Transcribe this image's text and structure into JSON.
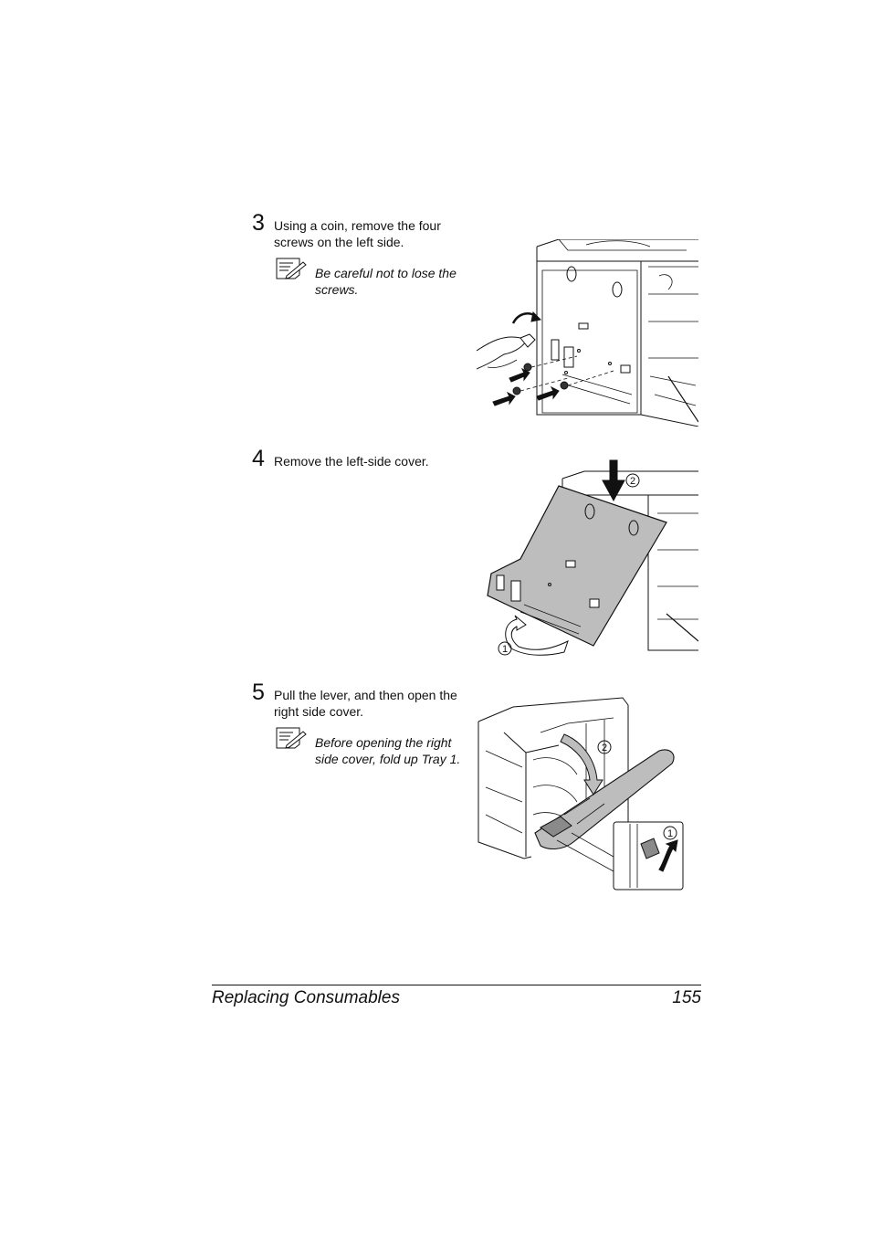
{
  "steps": [
    {
      "number": "3",
      "text": "Using a coin, remove the four screws on the left side.",
      "note": "Be careful not to lose the screws."
    },
    {
      "number": "4",
      "text": "Remove the left-side cover."
    },
    {
      "number": "5",
      "text": "Pull the lever, and then open the right side cover.",
      "note": "Before opening the right side cover, fold up Tray 1."
    }
  ],
  "callouts": {
    "one": "1",
    "two": "2"
  },
  "footer": {
    "section": "Replacing Consumables",
    "page": "155"
  }
}
